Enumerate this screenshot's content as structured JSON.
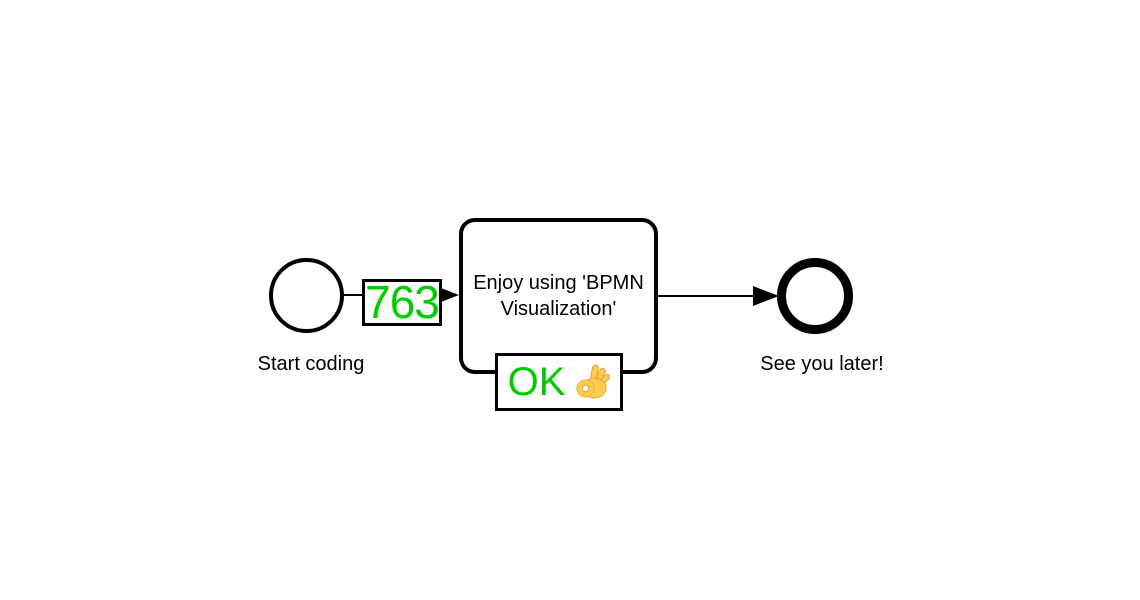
{
  "diagram": {
    "background_color": "#ffffff",
    "stroke_color": "#000000",
    "overlay_text_color": "#00cc00",
    "nodes": {
      "start_event": {
        "label": "Start coding"
      },
      "task": {
        "label": "Enjoy using 'BPMN Visualization'",
        "label_line1": "Enjoy using 'BPMN",
        "label_line2": "Visualization'"
      },
      "end_event": {
        "label": "See you later!"
      }
    },
    "overlays": {
      "flow_counter": {
        "value": "763"
      },
      "task_status": {
        "text": "OK",
        "emoji": "👌"
      }
    }
  }
}
